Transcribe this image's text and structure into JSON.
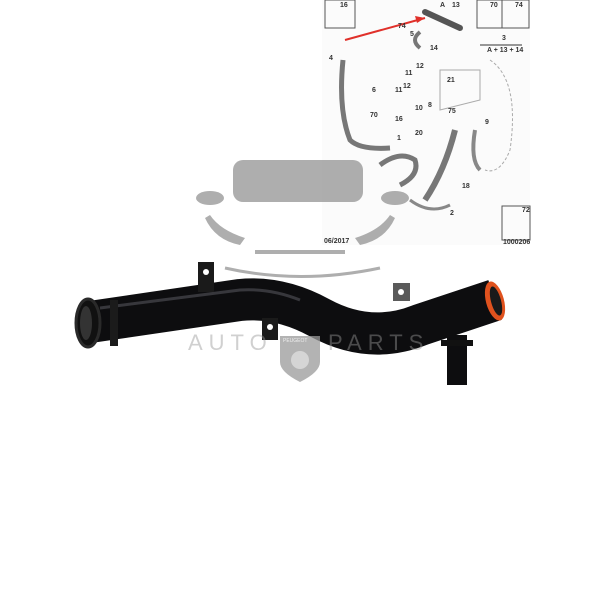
{
  "diagram": {
    "callouts": [
      "16",
      "A",
      "13",
      "70",
      "74",
      "14",
      "5",
      "74",
      "3",
      "A + 13 + 14",
      "4",
      "12",
      "11",
      "21",
      "6",
      "11",
      "12",
      "8",
      "10",
      "75",
      "70",
      "16",
      "20",
      "9",
      "1",
      "18",
      "2",
      "72"
    ],
    "date_code": "06/2017",
    "ref_code": "1000206",
    "arrow_color": "#e0302a"
  },
  "watermark": {
    "left_word": "AUTO",
    "right_word": "PARTS",
    "badge_text": "PEUGEOT",
    "color": "#9a9a9a"
  },
  "product": {
    "body_color": "#0d0d0f",
    "seal_color": "#e0521e"
  }
}
